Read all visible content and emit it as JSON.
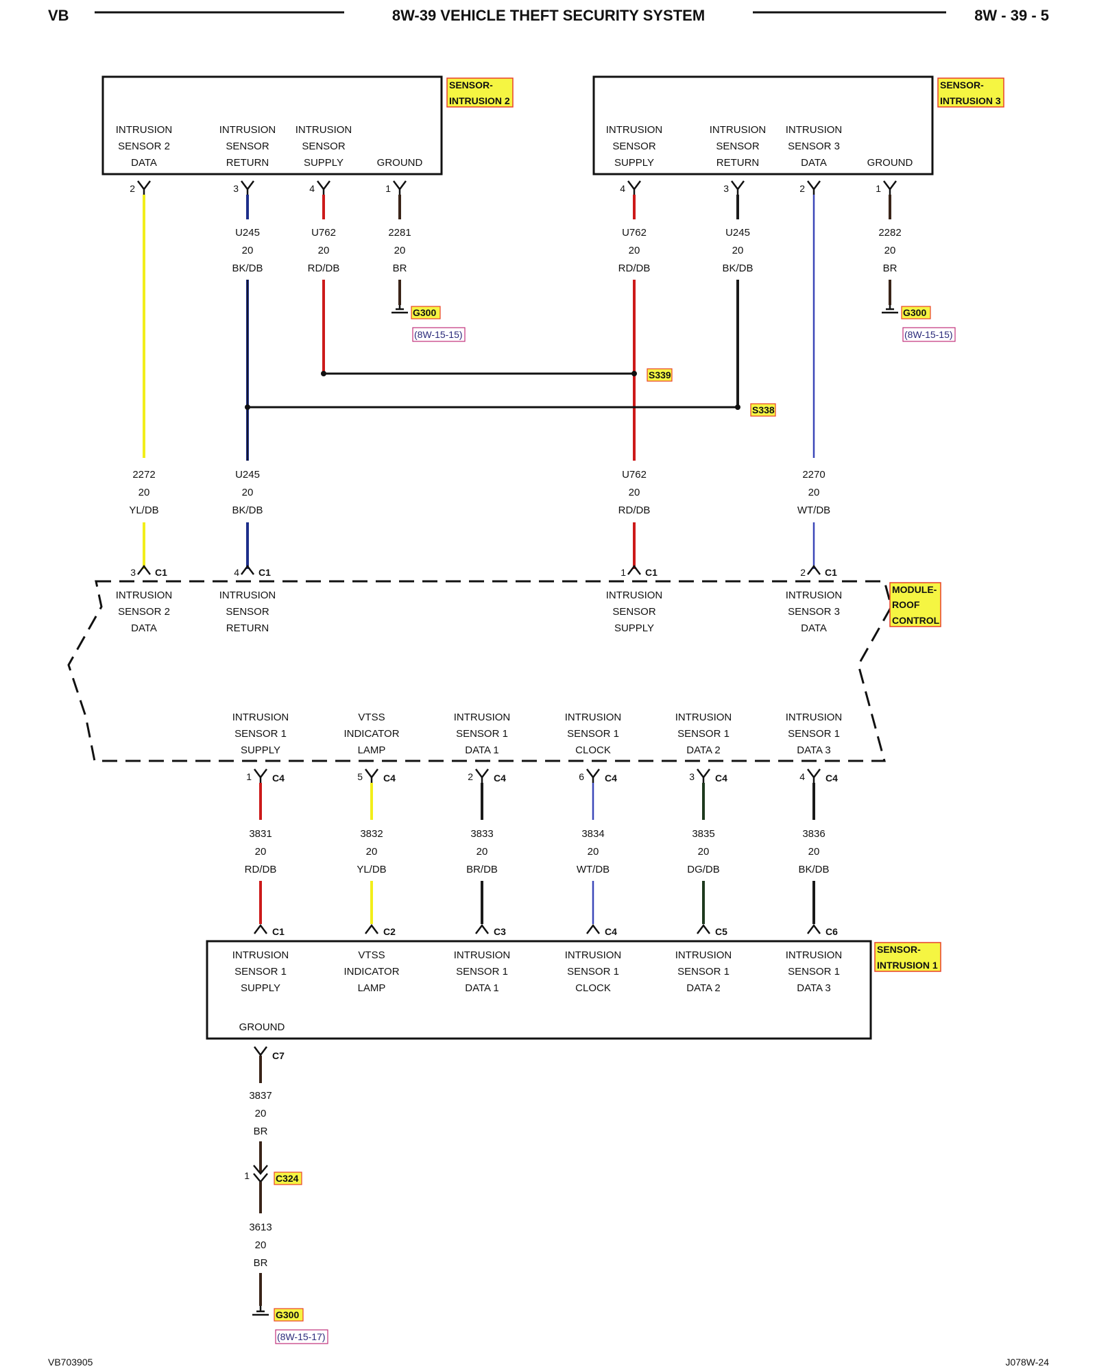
{
  "header": {
    "left": "VB",
    "title": "8W-39 VEHICLE THEFT SECURITY SYSTEM",
    "right": "8W - 39 - 5"
  },
  "colors": {
    "tag_fill": "#f5f542",
    "tag_border": "#e8402a",
    "ref_border": "#c0307a",
    "wire_YL": "#f2ee1a",
    "wire_RD": "#cc1a1a",
    "wire_BK": "#1a1a1a",
    "wire_DB": "#1d2e8a",
    "wire_BR": "#3a2418",
    "wire_WT": "#3b47b8",
    "wire_DG": "#1e3a1e"
  },
  "sensor2": {
    "tag": [
      "SENSOR-",
      "INTRUSION 2"
    ],
    "pins": [
      {
        "pin": "2",
        "label": [
          "INTRUSION",
          "SENSOR 2",
          "DATA"
        ],
        "circuit": "",
        "gauge": "",
        "color": ""
      },
      {
        "pin": "3",
        "label": [
          "INTRUSION",
          "SENSOR",
          "RETURN"
        ],
        "circuit": "U245",
        "gauge": "20",
        "color": "BK/DB"
      },
      {
        "pin": "4",
        "label": [
          "INTRUSION",
          "SENSOR",
          "SUPPLY"
        ],
        "circuit": "U762",
        "gauge": "20",
        "color": "RD/DB"
      },
      {
        "pin": "1",
        "label": [
          "GROUND"
        ],
        "circuit": "2281",
        "gauge": "20",
        "color": "BR"
      }
    ],
    "ground": {
      "name": "G300",
      "ref": "(8W-15-15)"
    }
  },
  "sensor3": {
    "tag": [
      "SENSOR-",
      "INTRUSION 3"
    ],
    "pins": [
      {
        "pin": "4",
        "label": [
          "INTRUSION",
          "SENSOR",
          "SUPPLY"
        ],
        "circuit": "U762",
        "gauge": "20",
        "color": "RD/DB"
      },
      {
        "pin": "3",
        "label": [
          "INTRUSION",
          "SENSOR",
          "RETURN"
        ],
        "circuit": "U245",
        "gauge": "20",
        "color": "BK/DB"
      },
      {
        "pin": "2",
        "label": [
          "INTRUSION",
          "SENSOR 3",
          "DATA"
        ],
        "circuit": "",
        "gauge": "",
        "color": ""
      },
      {
        "pin": "1",
        "label": [
          "GROUND"
        ],
        "circuit": "2282",
        "gauge": "20",
        "color": "BR"
      }
    ],
    "ground": {
      "name": "G300",
      "ref": "(8W-15-15)"
    }
  },
  "splices": [
    "S339",
    "S338"
  ],
  "mid_wires": [
    {
      "circuit": "2272",
      "gauge": "20",
      "color": "YL/DB"
    },
    {
      "circuit": "U245",
      "gauge": "20",
      "color": "BK/DB"
    },
    {
      "circuit": "U762",
      "gauge": "20",
      "color": "RD/DB"
    },
    {
      "circuit": "2270",
      "gauge": "20",
      "color": "WT/DB"
    }
  ],
  "module": {
    "tag": [
      "MODULE-",
      "ROOF",
      "CONTROL"
    ],
    "top_pins": [
      {
        "pin": "3",
        "conn": "C1",
        "label": [
          "INTRUSION",
          "SENSOR 2",
          "DATA"
        ]
      },
      {
        "pin": "4",
        "conn": "C1",
        "label": [
          "INTRUSION",
          "SENSOR",
          "RETURN"
        ]
      },
      {
        "pin": "1",
        "conn": "C1",
        "label": [
          "INTRUSION",
          "SENSOR",
          "SUPPLY"
        ]
      },
      {
        "pin": "2",
        "conn": "C1",
        "label": [
          "INTRUSION",
          "SENSOR 3",
          "DATA"
        ]
      }
    ],
    "bottom_pins": [
      {
        "pin": "1",
        "conn": "C4",
        "label": [
          "INTRUSION",
          "SENSOR 1",
          "SUPPLY"
        ]
      },
      {
        "pin": "5",
        "conn": "C4",
        "label": [
          "VTSS",
          "INDICATOR",
          "LAMP"
        ]
      },
      {
        "pin": "2",
        "conn": "C4",
        "label": [
          "INTRUSION",
          "SENSOR 1",
          "DATA 1"
        ]
      },
      {
        "pin": "6",
        "conn": "C4",
        "label": [
          "INTRUSION",
          "SENSOR 1",
          "CLOCK"
        ]
      },
      {
        "pin": "3",
        "conn": "C4",
        "label": [
          "INTRUSION",
          "SENSOR 1",
          "DATA 2"
        ]
      },
      {
        "pin": "4",
        "conn": "C4",
        "label": [
          "INTRUSION",
          "SENSOR 1",
          "DATA 3"
        ]
      }
    ]
  },
  "lower_wires": [
    {
      "circuit": "3831",
      "gauge": "20",
      "color": "RD/DB",
      "conn": "C1"
    },
    {
      "circuit": "3832",
      "gauge": "20",
      "color": "YL/DB",
      "conn": "C2"
    },
    {
      "circuit": "3833",
      "gauge": "20",
      "color": "BR/DB",
      "conn": "C3"
    },
    {
      "circuit": "3834",
      "gauge": "20",
      "color": "WT/DB",
      "conn": "C4"
    },
    {
      "circuit": "3835",
      "gauge": "20",
      "color": "DG/DB",
      "conn": "C5"
    },
    {
      "circuit": "3836",
      "gauge": "20",
      "color": "BK/DB",
      "conn": "C6"
    }
  ],
  "sensor1": {
    "tag": [
      "SENSOR-",
      "INTRUSION 1"
    ],
    "labels": [
      [
        "INTRUSION",
        "SENSOR 1",
        "SUPPLY"
      ],
      [
        "VTSS",
        "INDICATOR",
        "LAMP"
      ],
      [
        "INTRUSION",
        "SENSOR 1",
        "DATA 1"
      ],
      [
        "INTRUSION",
        "SENSOR 1",
        "CLOCK"
      ],
      [
        "INTRUSION",
        "SENSOR 1",
        "DATA 2"
      ],
      [
        "INTRUSION",
        "SENSOR 1",
        "DATA 3"
      ]
    ],
    "ground_label": "GROUND",
    "ground_conn": "C7"
  },
  "ground_chain": {
    "wire1": {
      "circuit": "3837",
      "gauge": "20",
      "color": "BR"
    },
    "inline_pin": "1",
    "inline_conn": "C324",
    "wire2": {
      "circuit": "3613",
      "gauge": "20",
      "color": "BR"
    },
    "ground": {
      "name": "G300",
      "ref": "(8W-15-17)"
    }
  },
  "footer": {
    "left": "VB703905",
    "right": "J078W-24"
  }
}
